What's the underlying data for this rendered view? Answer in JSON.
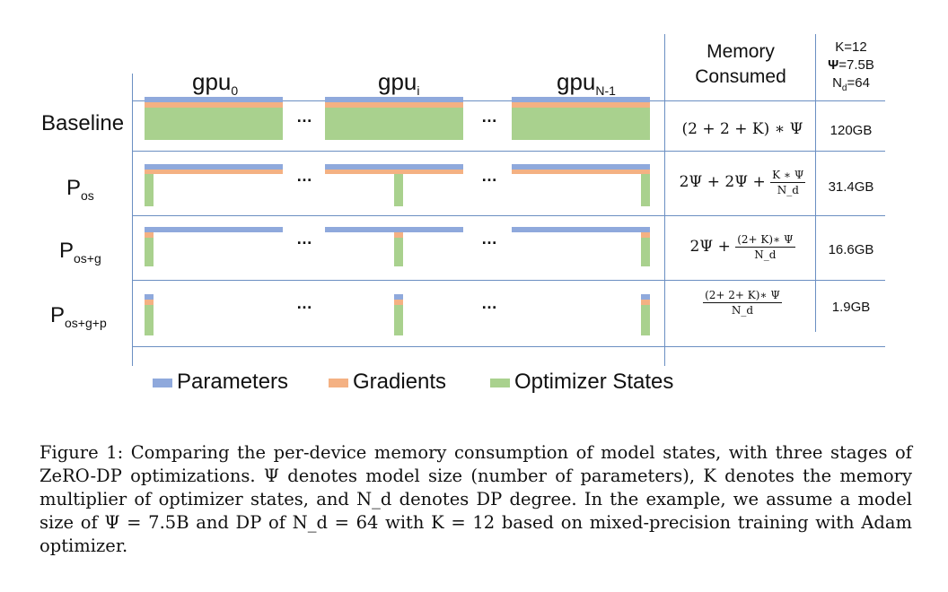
{
  "figure": {
    "gpu_headers": [
      {
        "base": "gpu",
        "sub": "0"
      },
      {
        "base": "gpu",
        "sub": "i"
      },
      {
        "base": "gpu",
        "sub": "N-1"
      }
    ],
    "ellipsis": "…",
    "memory_header_line1": "Memory",
    "memory_header_line2": "Consumed",
    "config": {
      "k": "K=12",
      "psi_symbol": "Ψ",
      "psi_value": "=7.5B",
      "nd_base": "N",
      "nd_sub": "d",
      "nd_value": "=64"
    },
    "rows": [
      {
        "label_base": "Baseline",
        "label_sub": "",
        "formula": "(2 + 2 + K) ∗ Ψ",
        "memory": "120GB"
      },
      {
        "label_base": "P",
        "label_sub": "os",
        "formula_prefix": "2Ψ + 2Ψ +",
        "formula_num": "K ∗ Ψ",
        "formula_den": "N_d",
        "memory": "31.4GB"
      },
      {
        "label_base": "P",
        "label_sub": "os+g",
        "formula_prefix": "2Ψ +",
        "formula_num": "(2+ K)∗ Ψ",
        "formula_den": "N_d",
        "memory": "16.6GB"
      },
      {
        "label_base": "P",
        "label_sub": "os+g+p",
        "formula_num": "(2+ 2+ K)∗ Ψ",
        "formula_den": "N_d",
        "memory": "1.9GB"
      }
    ],
    "legend": {
      "parameters": "Parameters",
      "gradients": "Gradients",
      "optimizer": "Optimizer States"
    },
    "colors": {
      "parameters": "#8fa9dc",
      "gradients": "#f4b183",
      "optimizer": "#a9d18e",
      "grid": "#6b8fc2"
    }
  },
  "caption": "Figure 1: Comparing the per-device memory consumption of model states, with three stages of ZeRO-DP optimizations. Ψ denotes model size (number of parameters), K denotes the memory multiplier of optimizer states, and N_d denotes DP degree. In the example, we assume a model size of Ψ = 7.5B and DP of N_d = 64 with K = 12 based on mixed-precision training with Adam optimizer."
}
